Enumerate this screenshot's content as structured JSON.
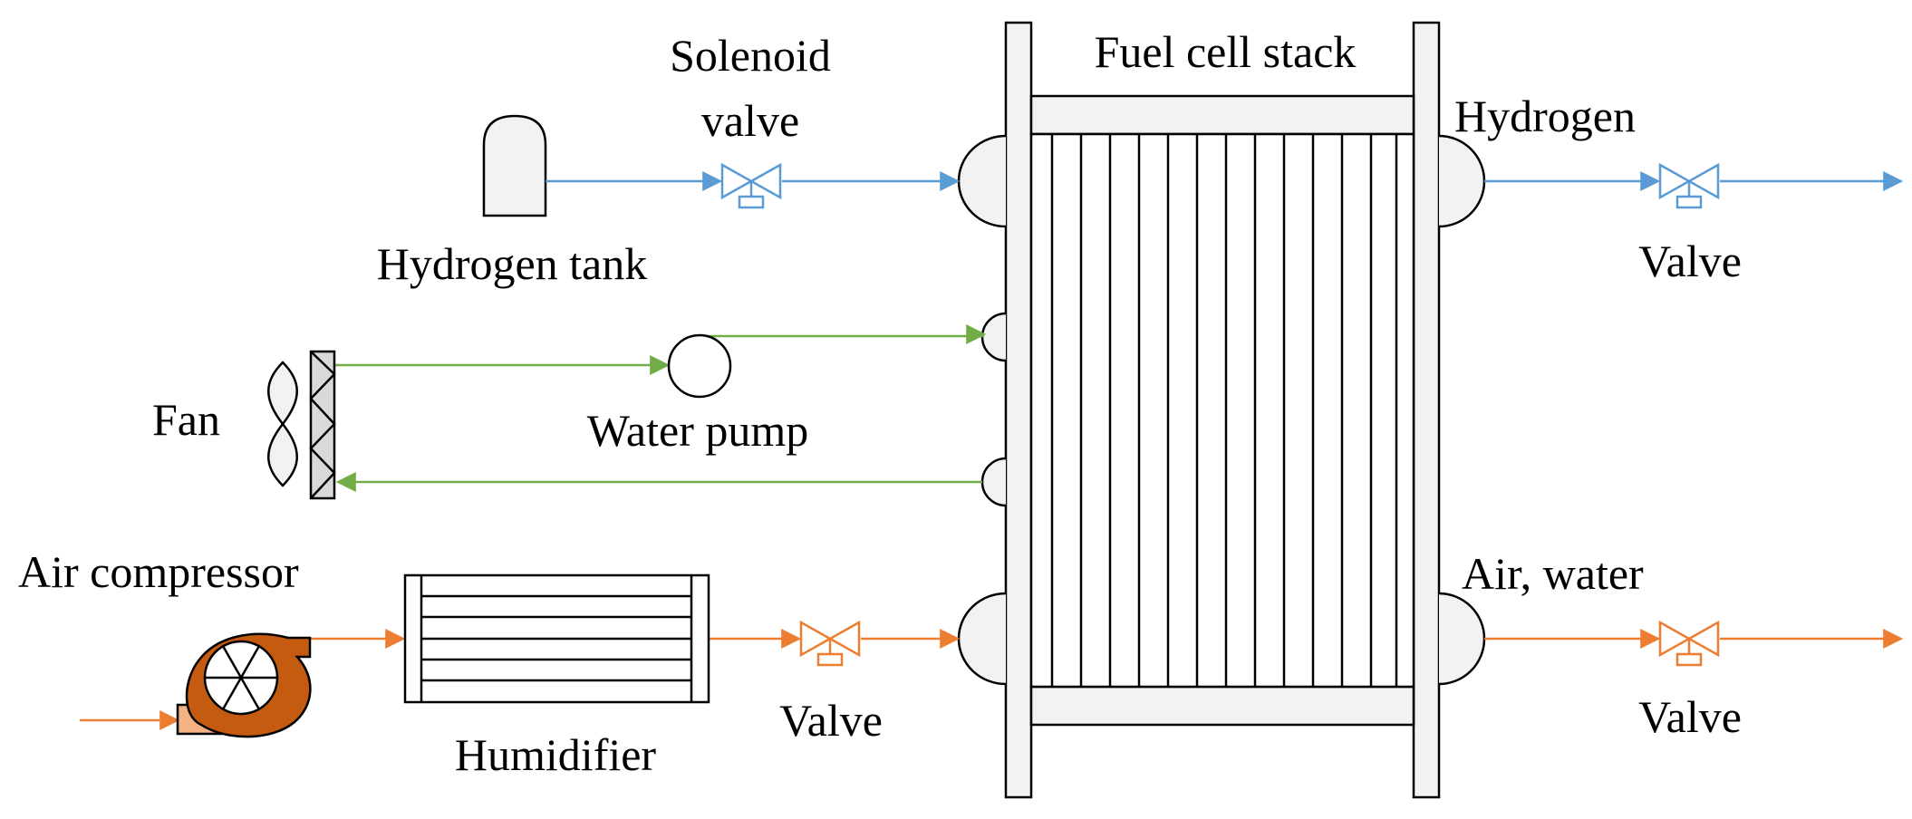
{
  "labels": {
    "solenoid_line1": "Solenoid",
    "solenoid_line2": "valve",
    "stack": "Fuel cell stack",
    "hydrogen_out": "Hydrogen",
    "hydrogen_tank": "Hydrogen tank",
    "valve_h2_out": "Valve",
    "fan": "Fan",
    "water_pump": "Water pump",
    "air_compressor": "Air compressor",
    "humidifier": "Humidifier",
    "valve_air_in": "Valve",
    "air_water_out": "Air, water",
    "valve_air_out": "Valve"
  },
  "colors": {
    "hydrogen": "#5B9BD5",
    "coolant": "#70AD47",
    "air": "#ED7D31",
    "compressor": "#C55A11",
    "compressor_inlet": "#F4B183",
    "component_fill": "#F2F2F2",
    "outline": "#000000"
  },
  "icons": [
    "tank-icon",
    "solenoid-valve-icon",
    "fan-icon",
    "radiator-icon",
    "pump-icon",
    "compressor-icon",
    "humidifier-icon",
    "valve-icon",
    "fuel-cell-stack-icon"
  ]
}
